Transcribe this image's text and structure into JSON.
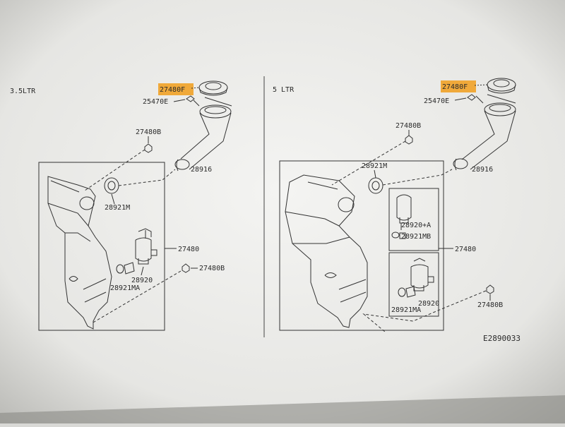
{
  "diagram": {
    "figure_code": "E2890033",
    "left": {
      "section": "3.5LTR",
      "labels": {
        "cap": "27480F",
        "clip": "25470E",
        "bolt_top": "27480B",
        "filler_neck": "28916",
        "seal": "28921M",
        "tank": "27480",
        "bolt_bottom": "27480B",
        "pump": "28920",
        "pump_seal": "28921MA"
      }
    },
    "right": {
      "section": "5 LTR",
      "labels": {
        "cap": "27480F",
        "clip": "25470E",
        "bolt_top": "27480B",
        "seal": "28921M",
        "filler_neck": "28916",
        "pump_a": "28920+A",
        "pump_a_seal": "28921MB",
        "tank": "27480",
        "bolt_bottom": "27480B",
        "pump": "28920",
        "pump_seal": "28921MA"
      }
    },
    "highlight_color": "#f0a93a"
  }
}
